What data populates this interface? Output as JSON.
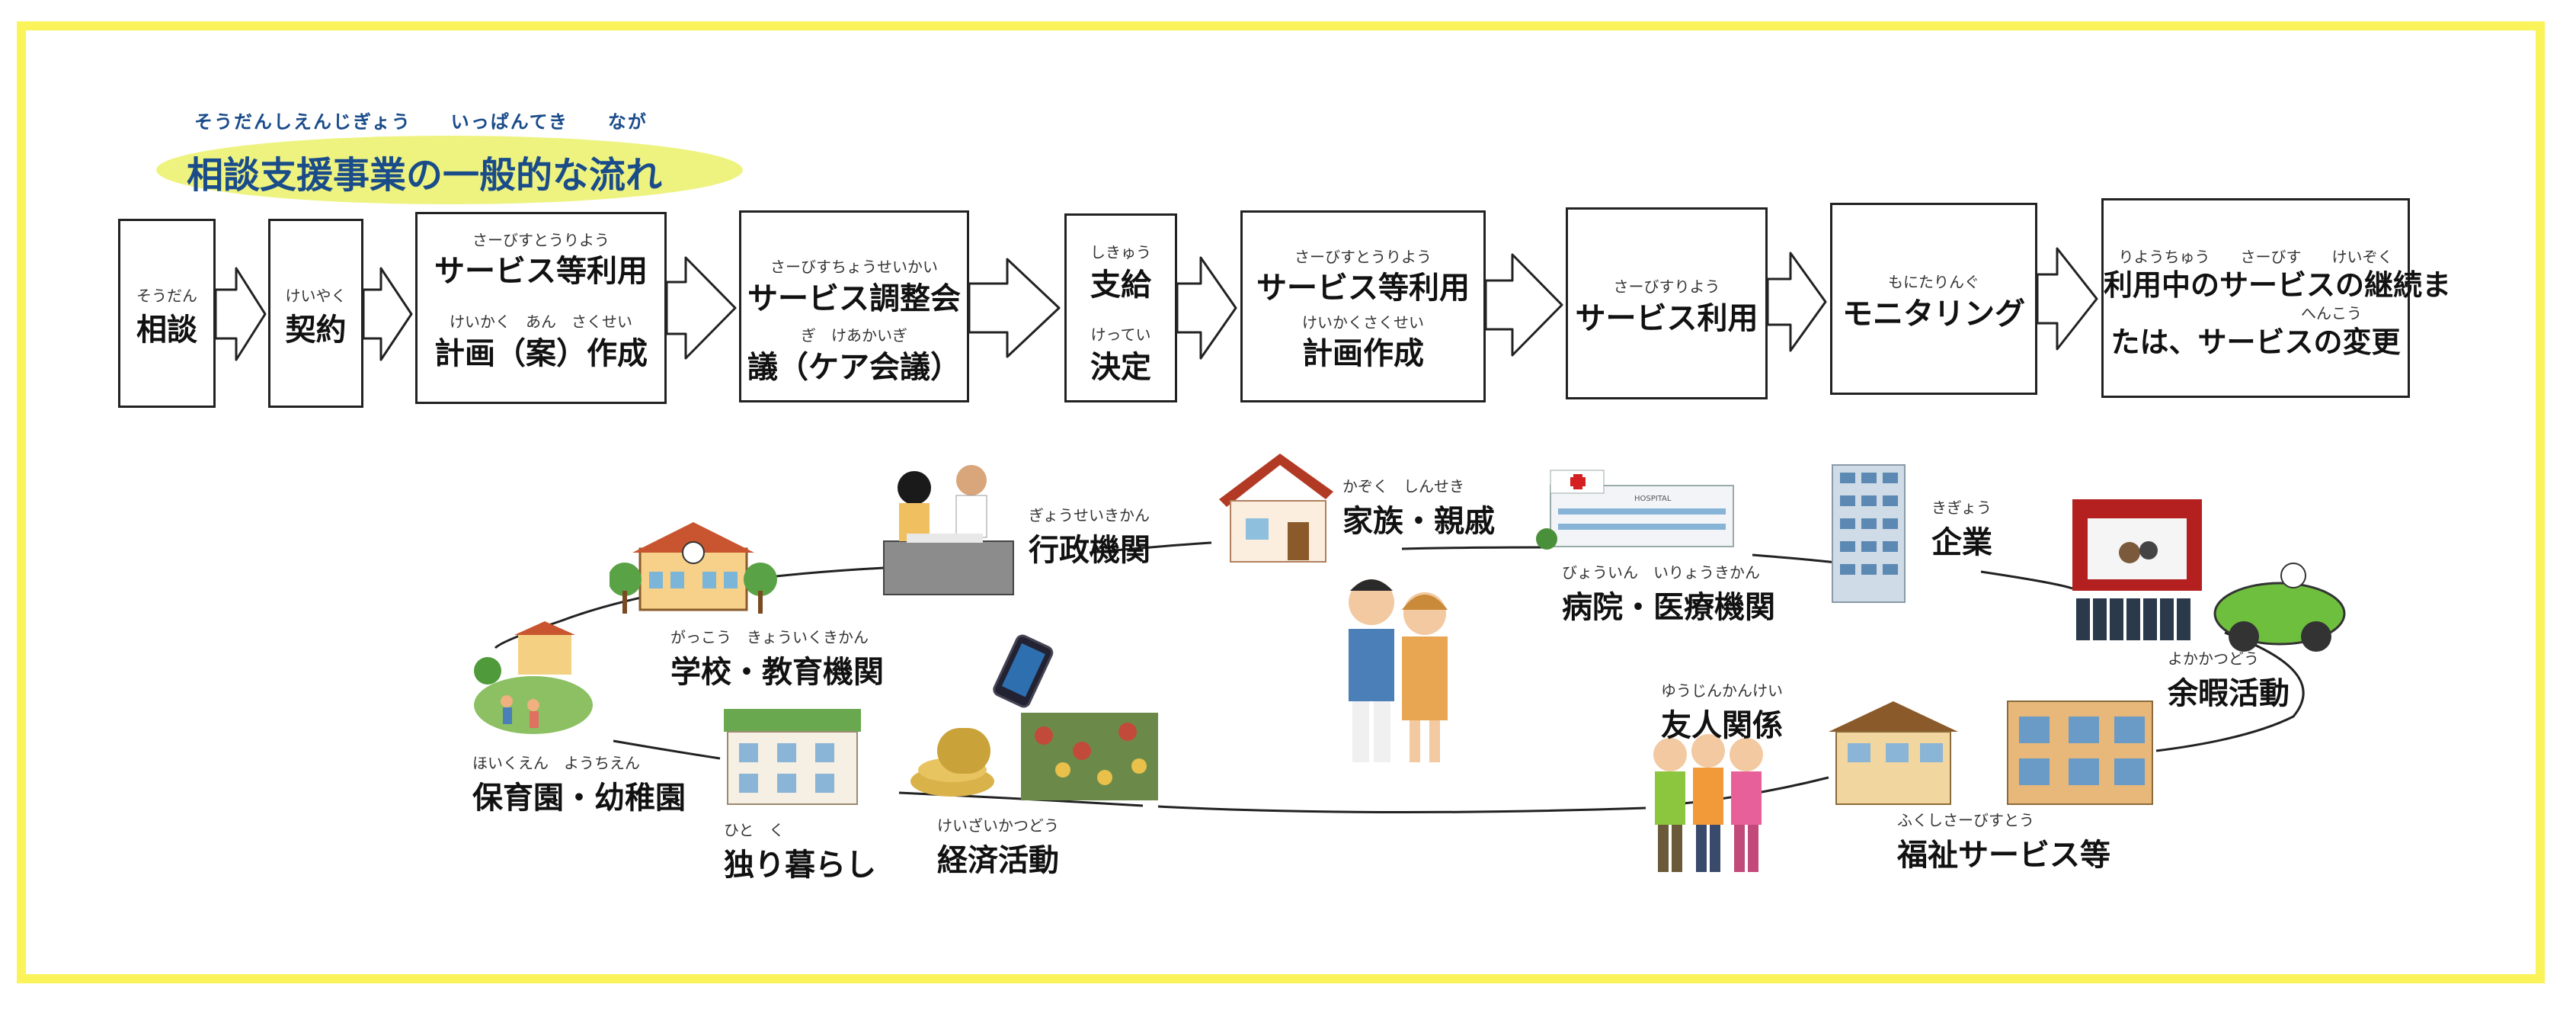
{
  "title": {
    "ruby": "そうだんしえんじぎょう　　いっぱんてき　　なが",
    "text": "相談支援事業の一般的な流れ"
  },
  "steps": [
    {
      "lines": [
        {
          "ruby": "そうだん",
          "main": "相談"
        }
      ]
    },
    {
      "lines": [
        {
          "ruby": "けいやく",
          "main": "契約"
        }
      ]
    },
    {
      "lines": [
        {
          "ruby": "さーびすとうりよう",
          "main": "サービス等利用"
        },
        {
          "ruby": "けいかく　あん　さくせい",
          "main": "計画（案）作成"
        }
      ]
    },
    {
      "lines": [
        {
          "ruby": "さーびすちょうせいかい",
          "main": "サービス調整会"
        },
        {
          "ruby": "ぎ　けあかいぎ",
          "main": "議（ケア会議）"
        }
      ]
    },
    {
      "lines": [
        {
          "ruby": "しきゅう",
          "main": "支給"
        },
        {
          "ruby": "けってい",
          "main": "決定"
        }
      ]
    },
    {
      "lines": [
        {
          "ruby": "さーびすとうりよう",
          "main": "サービス等利用"
        },
        {
          "ruby": "けいかくさくせい",
          "main": "計画作成"
        }
      ]
    },
    {
      "lines": [
        {
          "ruby": "さーびすりよう",
          "main": "サービス利用"
        }
      ]
    },
    {
      "lines": [
        {
          "ruby": "もにたりんぐ",
          "main": "モニタリング"
        }
      ]
    },
    {
      "lines": [
        {
          "ruby": "りようちゅう　　さーびす　　けいぞく",
          "main": "利用中のサービスの継続ま"
        },
        {
          "ruby": "へんこう",
          "main": "たは、サービスの変更"
        }
      ]
    }
  ],
  "resources": {
    "gyosei": {
      "ruby": "ぎょうせいきかん",
      "main": "行政機関"
    },
    "kazoku": {
      "ruby": "かぞく　しんせき",
      "main": "家族・親戚"
    },
    "byoin": {
      "ruby": "びょういん　いりょうきかん",
      "main": "病院・医療機関"
    },
    "kigyo": {
      "ruby": "きぎょう",
      "main": "企業"
    },
    "gakko": {
      "ruby": "がっこう　きょういくきかん",
      "main": "学校・教育機関"
    },
    "yoka": {
      "ruby": "よかかつどう",
      "main": "余暇活動"
    },
    "yujin": {
      "ruby": "ゆうじんかんけい",
      "main": "友人関係"
    },
    "hoiku": {
      "ruby": "ほいくえん　ようちえん",
      "main": "保育園・幼稚園"
    },
    "hitori": {
      "ruby": "ひと　く",
      "main": "独り暮らし"
    },
    "keizai": {
      "ruby": "けいざいかつどう",
      "main": "経済活動"
    },
    "fukushi": {
      "ruby": "ふくしさーびすとう",
      "main": "福祉サービス等"
    },
    "hospital_sign": "HOSPITAL"
  },
  "colors": {
    "frame": "#fbf35a",
    "title_oval": "#eef380",
    "title_text": "#1a4c8a"
  }
}
